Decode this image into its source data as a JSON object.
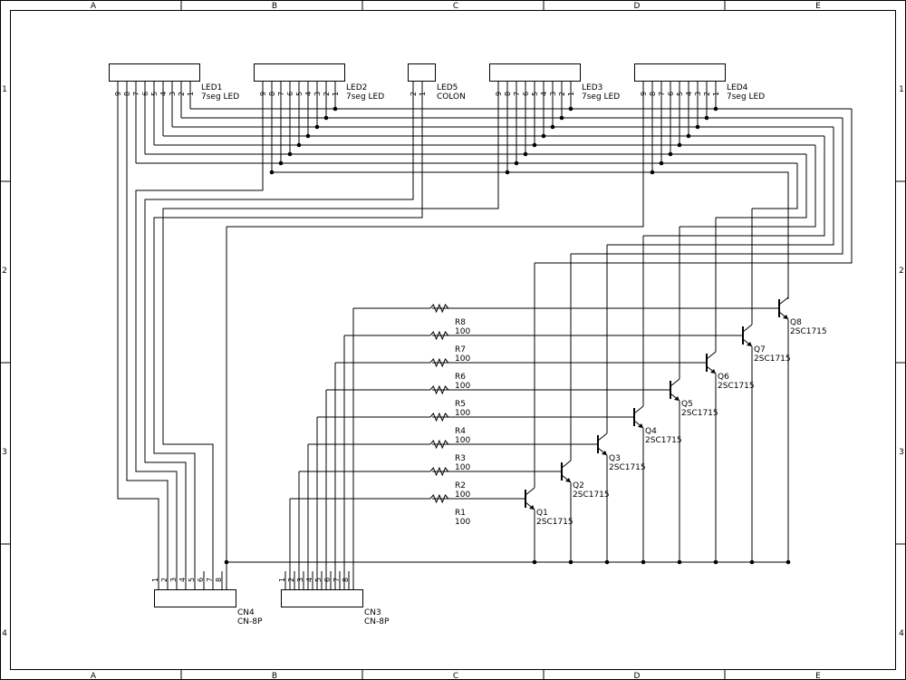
{
  "frame": {
    "columns": [
      "A",
      "B",
      "C",
      "D",
      "E"
    ],
    "rows": [
      "1",
      "2",
      "3",
      "4"
    ]
  },
  "leds": [
    {
      "ref": "LED1",
      "desc": "7seg LED",
      "pins": [
        "9",
        "8",
        "7",
        "6",
        "5",
        "4",
        "3",
        "2",
        "1"
      ]
    },
    {
      "ref": "LED2",
      "desc": "7seg LED",
      "pins": [
        "9",
        "8",
        "7",
        "6",
        "5",
        "4",
        "3",
        "2",
        "1"
      ]
    },
    {
      "ref": "LED5",
      "desc": "COLON",
      "pins": [
        "2",
        "1"
      ]
    },
    {
      "ref": "LED3",
      "desc": "7seg LED",
      "pins": [
        "9",
        "8",
        "7",
        "6",
        "5",
        "4",
        "3",
        "2",
        "1"
      ]
    },
    {
      "ref": "LED4",
      "desc": "7seg LED",
      "pins": [
        "9",
        "8",
        "7",
        "6",
        "5",
        "4",
        "3",
        "2",
        "1"
      ]
    }
  ],
  "resistors": [
    {
      "ref": "R1",
      "value": "100"
    },
    {
      "ref": "R2",
      "value": "100"
    },
    {
      "ref": "R3",
      "value": "100"
    },
    {
      "ref": "R4",
      "value": "100"
    },
    {
      "ref": "R5",
      "value": "100"
    },
    {
      "ref": "R6",
      "value": "100"
    },
    {
      "ref": "R7",
      "value": "100"
    },
    {
      "ref": "R8",
      "value": "100"
    }
  ],
  "transistors": [
    {
      "ref": "Q1",
      "part": "2SC1715"
    },
    {
      "ref": "Q2",
      "part": "2SC1715"
    },
    {
      "ref": "Q3",
      "part": "2SC1715"
    },
    {
      "ref": "Q4",
      "part": "2SC1715"
    },
    {
      "ref": "Q5",
      "part": "2SC1715"
    },
    {
      "ref": "Q6",
      "part": "2SC1715"
    },
    {
      "ref": "Q7",
      "part": "2SC1715"
    },
    {
      "ref": "Q8",
      "part": "2SC1715"
    }
  ],
  "connectors": [
    {
      "ref": "CN4",
      "part": "CN-8P",
      "pins": [
        "1",
        "2",
        "3",
        "4",
        "5",
        "6",
        "7",
        "8"
      ]
    },
    {
      "ref": "CN3",
      "part": "CN-8P",
      "pins": [
        "1",
        "2",
        "3",
        "4",
        "5",
        "6",
        "7",
        "8"
      ]
    }
  ]
}
